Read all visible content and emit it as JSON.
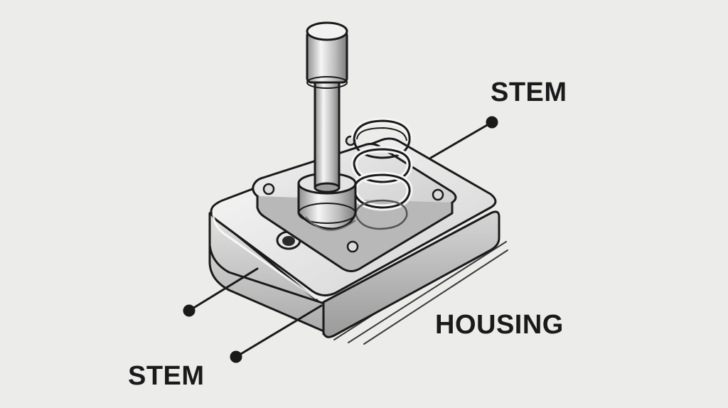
{
  "labels": {
    "top": "STEM",
    "right": "HOUSING",
    "bottom": "STEM"
  },
  "colors": {
    "background": "#ececea",
    "outline": "#1a1a1a",
    "metal_light": "#f4f4f4",
    "metal_mid": "#c9c9c9",
    "metal_dark": "#8d8d8d"
  }
}
